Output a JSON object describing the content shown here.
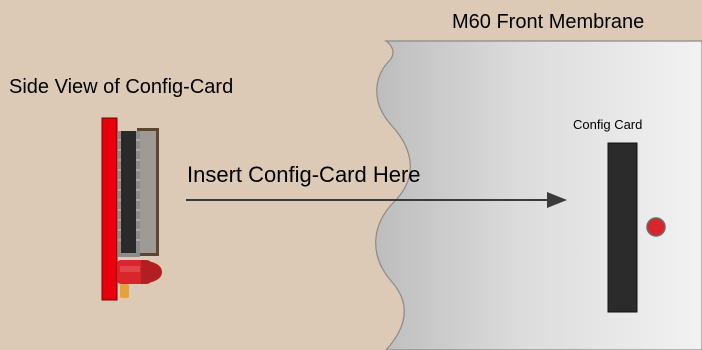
{
  "labels": {
    "membrane_title": "M60 Front Membrane",
    "side_view_title": "Side View of Config-Card",
    "card_slot_label": "Config Card",
    "insert_instruction": "Insert Config-Card Here"
  },
  "colors": {
    "background": "#dccab7",
    "membrane_light": "#f2f2f2",
    "membrane_dark": "#bdbdbd",
    "membrane_edge": "#8a8a8a",
    "pcb_red": "#e8000c",
    "led_red": "#d9262c",
    "led_dark_red": "#b31e22",
    "led_orange": "#e8a13a",
    "connector_black": "#2a2a2a",
    "pins_gray": "#8c8c8c",
    "frame_brown": "#5a4632",
    "slot_black": "#2b2b2b",
    "arrow": "#3a3a3a"
  }
}
